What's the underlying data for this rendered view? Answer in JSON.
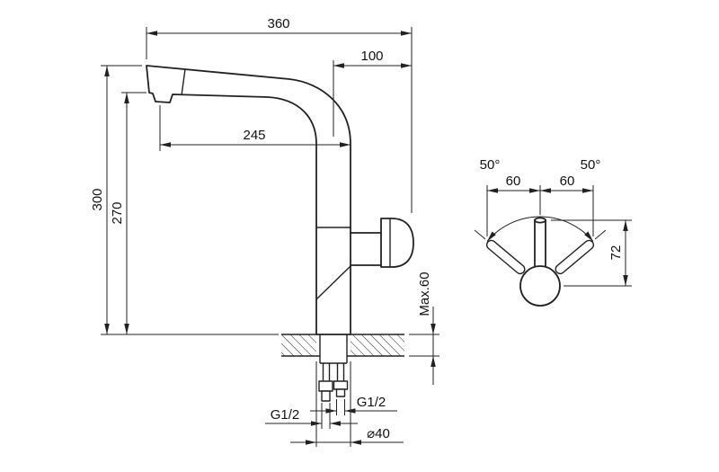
{
  "drawing": {
    "background": "#ffffff",
    "line_color": "#222222",
    "subject": "kitchen-faucet-dimension-drawing"
  },
  "side_view": {
    "dims": {
      "total_width": "360",
      "top_offset": "100",
      "spout_reach": "245",
      "total_height": "300",
      "spout_height": "270",
      "max_counter_thickness": "Max.60",
      "thread_size_left": "G1/2",
      "thread_size_right": "G1/2",
      "hole_diameter": "⌀40"
    }
  },
  "front_view": {
    "dims": {
      "swing_angle_left": "50°",
      "swing_angle_right": "50°",
      "handle_span_left": "60",
      "handle_span_right": "60",
      "handle_height": "72"
    }
  }
}
